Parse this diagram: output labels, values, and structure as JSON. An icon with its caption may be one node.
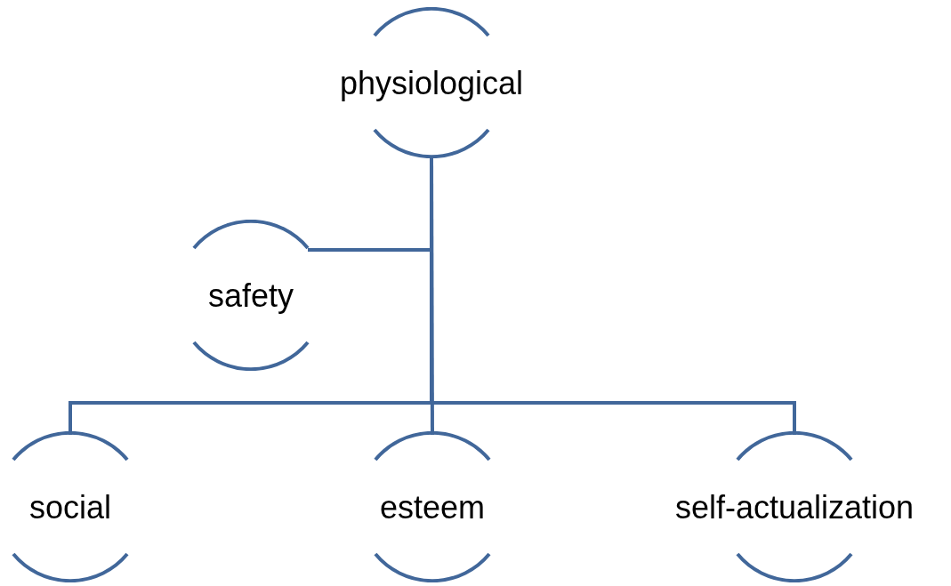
{
  "diagram": {
    "nodes": [
      {
        "text": [
          "physiological"
        ]
      },
      {
        "text": [
          "safety"
        ]
      },
      {
        "text": [
          "social"
        ]
      },
      {
        "text": [
          "esteem"
        ]
      },
      {
        "text": [
          "self-actualization"
        ]
      }
    ],
    "edges": [
      {
        "from": 0,
        "to": 1,
        "arrow": "none"
      },
      {
        "from": 0,
        "to": 2,
        "arrow": "none"
      },
      {
        "from": 0,
        "to": 3,
        "arrow": "none"
      },
      {
        "from": 0,
        "to": 4,
        "arrow": "none"
      }
    ]
  }
}
